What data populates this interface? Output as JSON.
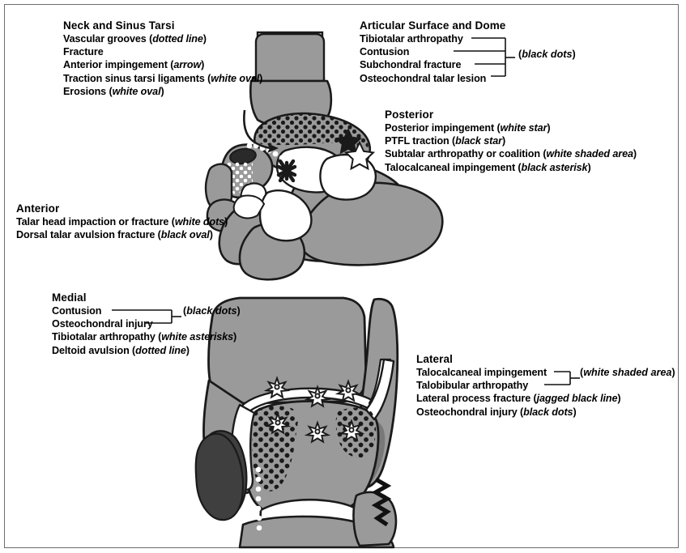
{
  "figure": {
    "title_hidden": "Ankle impingement and injury schematic",
    "border_color": "#6d6d6d",
    "colors": {
      "bone_fill": "#9a9a9a",
      "bone_fill_light": "#a5a5a5",
      "dark_gray": "#3f3f3f",
      "mid_dark_gray": "#787878",
      "outline": "#1a1a1a",
      "white": "#ffffff",
      "text": "#000000"
    }
  },
  "blocks": {
    "neck_sinus_tarsi": {
      "heading": "Neck and Sinus Tarsi",
      "items": [
        {
          "text": "Vascular grooves (",
          "em": "dotted line",
          "tail": ")"
        },
        {
          "text": "Fracture",
          "em": "",
          "tail": ""
        },
        {
          "text": "Anterior impingement (",
          "em": "arrow",
          "tail": ")"
        },
        {
          "text": "Traction sinus tarsi ligaments (",
          "em": "white oval",
          "tail": ")"
        },
        {
          "text": "Erosions (",
          "em": "white oval",
          "tail": ")"
        }
      ]
    },
    "articular_surface_dome": {
      "heading": "Articular Surface and Dome",
      "items": [
        {
          "text": "Tibiotalar arthropathy",
          "em": "",
          "tail": ""
        },
        {
          "text": "Contusion",
          "em": "",
          "tail": ""
        },
        {
          "text": "Subchondral fracture",
          "em": "",
          "tail": ""
        },
        {
          "text": "Osteochondral talar lesion",
          "em": "",
          "tail": ""
        }
      ],
      "brace_label_open": "(",
      "brace_label_em": "black dots",
      "brace_label_close": ")"
    },
    "posterior": {
      "heading": "Posterior",
      "items": [
        {
          "text": "Posterior impingement (",
          "em": "white star",
          "tail": ")"
        },
        {
          "text": "PTFL traction (",
          "em": "black star",
          "tail": ")"
        },
        {
          "text": "Subtalar arthropathy or coalition (",
          "em": "white shaded area",
          "tail": ")"
        },
        {
          "text": "Talocalcaneal impingement (",
          "em": "black asterisk",
          "tail": ")"
        }
      ]
    },
    "anterior": {
      "heading": "Anterior",
      "items": [
        {
          "text": "Talar head impaction or fracture (",
          "em": "white dots",
          "tail": ")"
        },
        {
          "text": "Dorsal talar avulsion fracture (",
          "em": "black oval",
          "tail": ")"
        }
      ]
    },
    "medial": {
      "heading": "Medial",
      "items": [
        {
          "text": "Contusion",
          "em": "",
          "tail": ""
        },
        {
          "text": "Osteochondral injury",
          "em": "",
          "tail": ""
        },
        {
          "text": "Tibiotalar arthropathy (",
          "em": "white asterisks",
          "tail": ")"
        },
        {
          "text": "Deltoid avulsion (",
          "em": "dotted line",
          "tail": ")"
        }
      ],
      "brace_label_open": "(",
      "brace_label_em": "black dots",
      "brace_label_close": ")"
    },
    "lateral": {
      "heading": "Lateral",
      "items": [
        {
          "text": "Talocalcaneal impingement",
          "em": "",
          "tail": ""
        },
        {
          "text": "Talobibular arthropathy",
          "em": "",
          "tail": ""
        },
        {
          "text": "Lateral process fracture (",
          "em": "jagged black line",
          "tail": ")"
        },
        {
          "text": "Osteochondral injury (",
          "em": "black dots",
          "tail": ")"
        }
      ],
      "brace_label_open": "(",
      "brace_label_em": "white shaded area",
      "brace_label_close": ")"
    }
  },
  "markers": {
    "sagittal": {
      "black_dots": "dome contusion dots",
      "black_star": "PTFL traction",
      "white_star": "posterior impingement",
      "black_asterisk": "talocalcaneal impingement",
      "white_oval": "sinus tarsi traction",
      "black_oval": "dorsal talar avulsion",
      "white_dots": "talar head impaction dots"
    },
    "coronal": {
      "white_asterisks_count": 6,
      "medial_dot_cluster": "medial osteochondral / contusion dots",
      "lateral_dot_cluster": "lateral osteochondral dots",
      "jagged_line": "lateral process fracture",
      "white_dotted_line": "deltoid avulsion",
      "dark_wedge": "medial malleolus shaded"
    }
  }
}
